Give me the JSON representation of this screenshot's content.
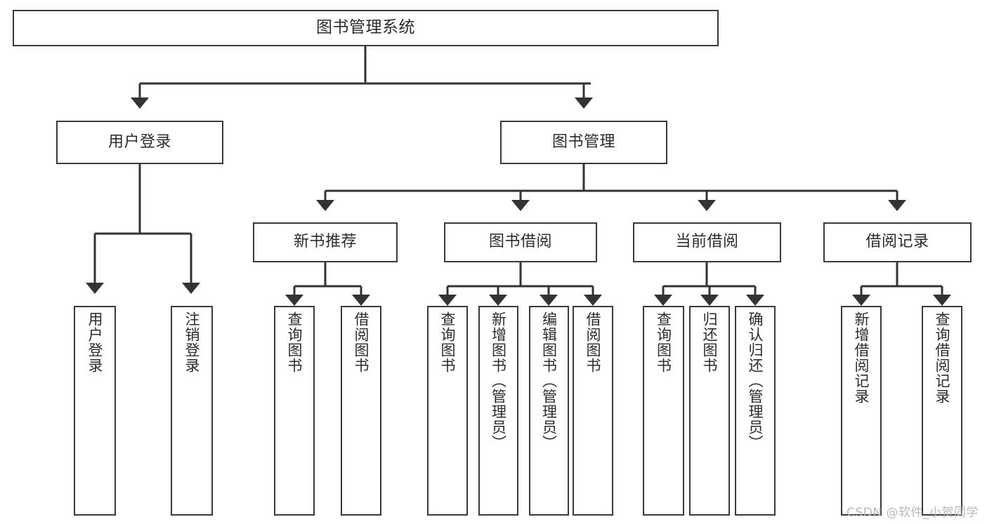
{
  "diagram": {
    "title": "图书管理系统",
    "type": "tree-hierarchy-functional-structure",
    "orientation": "top-down",
    "watermark": "CSDN @软件_小贺同学",
    "colors": {
      "box_border": "#3a3a3a",
      "box_fill": "#ffffff",
      "connector": "#333333",
      "text": "#2b2b2b",
      "watermark": "#b9b9b9",
      "background": "#ffffff"
    }
  },
  "nodes": {
    "root": {
      "label": "图书管理系统",
      "level": 0
    },
    "level1": [
      {
        "id": "user-login",
        "label": "用户登录"
      },
      {
        "id": "book-management",
        "label": "图书管理"
      }
    ],
    "level2": [
      {
        "id": "new-book-recommend",
        "label": "新书推荐",
        "parent": "book-management"
      },
      {
        "id": "book-borrow",
        "label": "图书借阅",
        "parent": "book-management"
      },
      {
        "id": "current-borrow",
        "label": "当前借阅",
        "parent": "book-management"
      },
      {
        "id": "borrow-record",
        "label": "借阅记录",
        "parent": "book-management"
      }
    ],
    "leaves": {
      "user_login": [
        {
          "id": "leaf-user-login",
          "label": "用户登录"
        },
        {
          "id": "leaf-logout",
          "label": "注销登录"
        }
      ],
      "new_book_recommend": [
        {
          "id": "leaf-query-book-1",
          "label": "查询图书"
        },
        {
          "id": "leaf-borrow-book-1",
          "label": "借阅图书"
        }
      ],
      "book_borrow": [
        {
          "id": "leaf-query-book-2",
          "label": "查询图书"
        },
        {
          "id": "leaf-add-book",
          "label": "新增图书（管理员）"
        },
        {
          "id": "leaf-edit-book",
          "label": "编辑图书（管理员）"
        },
        {
          "id": "leaf-borrow-book-2",
          "label": "借阅图书"
        }
      ],
      "current_borrow": [
        {
          "id": "leaf-query-book-3",
          "label": "查询图书"
        },
        {
          "id": "leaf-return-book",
          "label": "归还图书"
        },
        {
          "id": "leaf-confirm-return",
          "label": "确认归还（管理员）"
        }
      ],
      "borrow_record": [
        {
          "id": "leaf-add-record",
          "label": "新增借阅记录"
        },
        {
          "id": "leaf-query-record",
          "label": "查询借阅记录"
        }
      ]
    }
  }
}
